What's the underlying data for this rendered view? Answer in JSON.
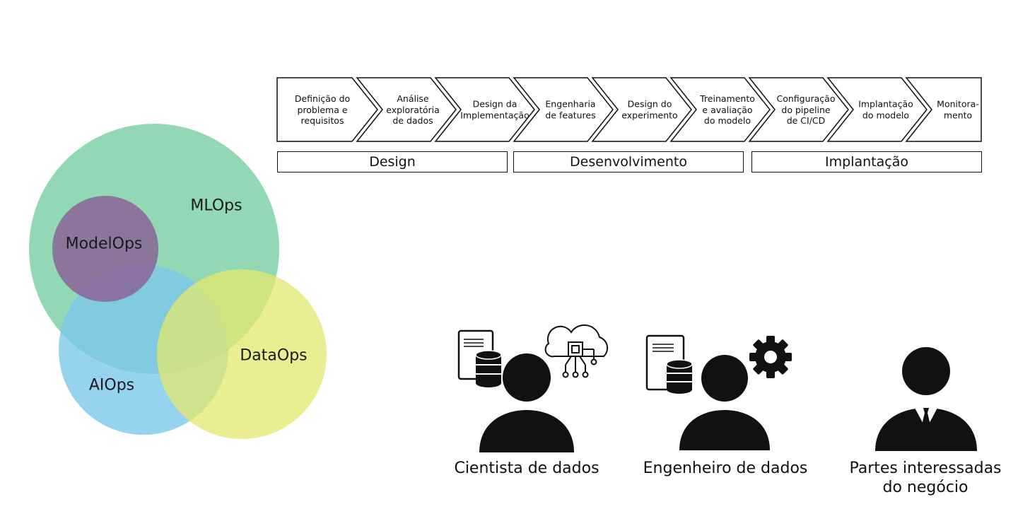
{
  "venn": {
    "circles": [
      {
        "id": "mlops",
        "label": "MLOps",
        "color": "#7fd1a7"
      },
      {
        "id": "aiops",
        "label": "AIOps",
        "color": "#7cc8ea"
      },
      {
        "id": "dataops",
        "label": "DataOps",
        "color": "#e3e76c"
      },
      {
        "id": "modelops",
        "label": "ModelOps",
        "color": "#8a5d94"
      }
    ]
  },
  "process": {
    "steps": [
      "Definição do\nproblema e\nrequisitos",
      "Análise\nexploratória\nde dados",
      "Design da\nImplementação",
      "Engenharia\nde features",
      "Design do\nexperimento",
      "Treinamento\ne avaliação\ndo modelo",
      "Configuração\ndo pipeline\nde CI/CD",
      "Implantação\ndo modelo",
      "Monitora-\nmento"
    ],
    "phases": [
      "Design",
      "Desenvolvimento",
      "Implantação"
    ]
  },
  "roles": [
    {
      "label": "Cientista de dados",
      "icon": "data-scientist-icon"
    },
    {
      "label": "Engenheiro de dados",
      "icon": "data-engineer-icon"
    },
    {
      "label": "Partes interessadas\ndo negócio",
      "icon": "business-stakeholder-icon"
    }
  ]
}
